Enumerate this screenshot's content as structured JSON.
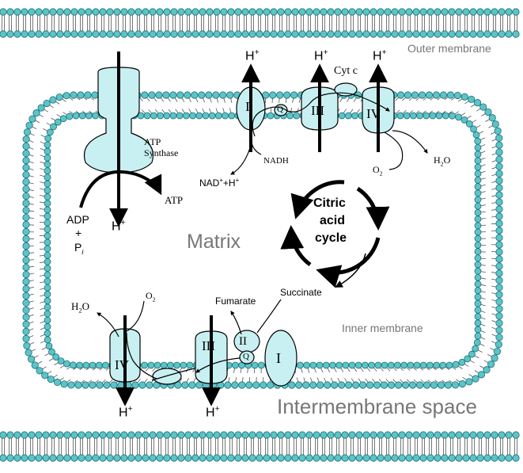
{
  "labels": {
    "outer_membrane": "Outer membrane",
    "inner_membrane": "Inner membrane",
    "intermembrane_space": "Intermembrane space",
    "matrix": "Matrix",
    "atp_synthase_line1": "ATP",
    "atp_synthase_line2": "Synthase",
    "atp": "ATP",
    "adp": "ADP",
    "plus": "+",
    "pi_base": "P",
    "pi_sub": "i",
    "h": "H",
    "h_sup": "+",
    "nad": "NAD",
    "nad_sup1": "+",
    "nad_plus_h": "+H",
    "nad_sup2": "+",
    "nadh": "NADH",
    "cyt_c": "Cyt c",
    "h2o_base": "H",
    "h2o_sub": "2",
    "h2o_o": "O",
    "o2_base": "O",
    "o2_sub": "2",
    "citric_line1": "Citric",
    "citric_line2": "acid",
    "citric_line3": "cycle",
    "succinate": "Succinate",
    "fumarate": "Fumarate",
    "q": "Q",
    "complex_I": "I",
    "complex_II": "II",
    "complex_III": "III",
    "complex_IV": "IV"
  },
  "colors": {
    "membrane_head": "#5bc4c8",
    "membrane_head_stroke": "#1f6f74",
    "protein_fill": "#c8f0f2",
    "outline": "#000000",
    "grey_text": "#777777"
  }
}
